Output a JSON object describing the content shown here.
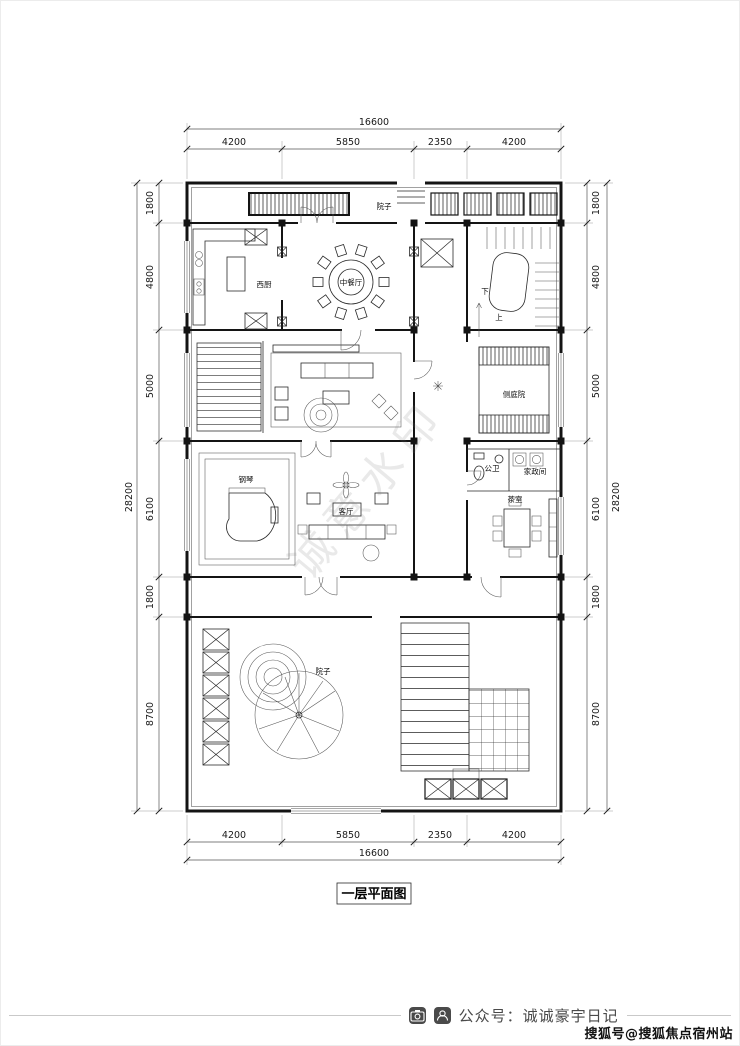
{
  "title": "一层平面图",
  "watermark": "诚意水印",
  "footer": {
    "account_label": "公众号：诚诚豪宇日记"
  },
  "credit": "搜狐号@搜狐焦点宿州站",
  "dims": {
    "width_total": "16600",
    "height_total": "28200",
    "width_segments": [
      "4200",
      "5850",
      "2350",
      "4200"
    ],
    "height_segments": [
      "1800",
      "4800",
      "5000",
      "6100",
      "1800",
      "8700"
    ]
  },
  "rooms": {
    "courtyard_top": "院子",
    "dining": "中餐厅",
    "kitchen": "西厨",
    "stair_down": "下",
    "stair_up": "上",
    "side_courtyard": "侧庭院",
    "guest_bath": "公卫",
    "utility": "家政间",
    "piano": "钢琴",
    "living": "客厅",
    "tea_room": "茶室",
    "courtyard_bottom": "院子"
  },
  "colors": {
    "line": "#141414",
    "dim": "#555555",
    "watermark": "rgba(120,120,120,0.16)"
  }
}
